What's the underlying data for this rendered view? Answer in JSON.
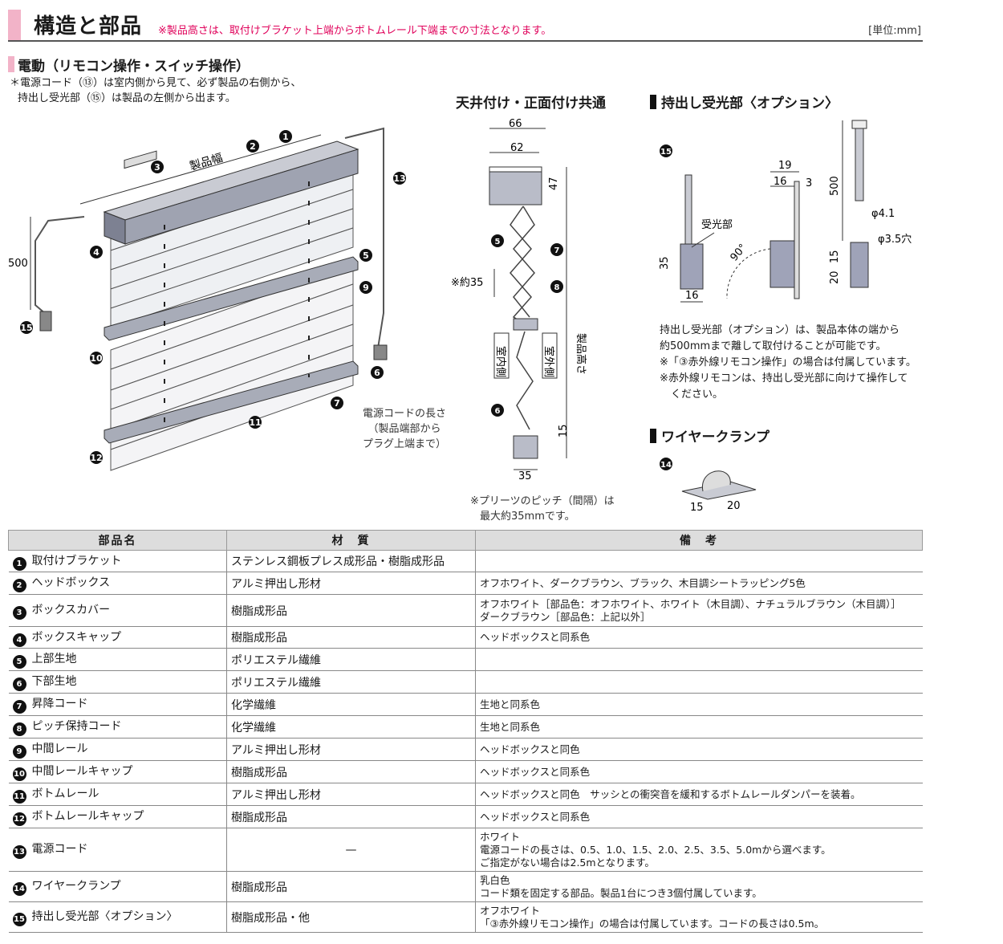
{
  "header": {
    "title": "構造と部品",
    "note": "※製品高さは、取付けブラケット上端からボトムレール下端までの寸法となります。",
    "unit": "[単位:mm]"
  },
  "section_electric": {
    "title": "電動（リモコン操作・スイッチ操作）",
    "note_line1": "＊電源コード（⑬）は室内側から見て、必ず製品の右側から、",
    "note_line2": "持出し受光部（⑮）は製品の左側から出ます。"
  },
  "main_diagram": {
    "width_label": "製品幅",
    "dim_500": "500",
    "cord_caption": [
      "電源コードの長さ",
      "（製品端部から",
      "プラグ上端まで）"
    ],
    "callouts": [
      "❶",
      "❷",
      "❸",
      "❹",
      "❺",
      "❻",
      "❼",
      "❽",
      "❾",
      "❿",
      "⓫",
      "⓬",
      "⓭",
      "⓮",
      "⓯"
    ]
  },
  "side_view": {
    "title": "天井付け・正面付け共通",
    "dim_66": "66",
    "dim_62": "62",
    "dim_47": "47",
    "dim_approx35": "※約35",
    "dim_15": "15",
    "dim_35": "35",
    "height_label": "製品高さ",
    "indoor": "室内側",
    "outdoor": "室外側",
    "pitch_note_1": "※プリーツのピッチ（間隔）は",
    "pitch_note_2": "最大約35mmです。"
  },
  "receiver": {
    "title": "持出し受光部〈オプション〉",
    "label": "受光部",
    "dim_35": "35",
    "dim_16": "16",
    "dim_19": "19",
    "dim_16b": "16",
    "dim_3": "3",
    "angle": "90°",
    "dim_500": "500",
    "dim_15": "15",
    "dim_20": "20",
    "phi41": "φ4.1",
    "phi35": "φ3.5穴",
    "desc1": "持出し受光部（オプション）は、製品本体の端から",
    "desc2": "約500mmまで離して取付けることが可能です。",
    "desc3": "※「③赤外線リモコン操作」の場合は付属しています。",
    "desc4": "※赤外線リモコンは、持出し受光部に向けて操作して",
    "desc5": "ください。"
  },
  "clamp": {
    "title": "ワイヤークランプ",
    "dim_15": "15",
    "dim_20": "20"
  },
  "table": {
    "headers": [
      "部品名",
      "材　質",
      "備　考"
    ],
    "rows": [
      {
        "num": "1",
        "name": "取付けブラケット",
        "material": "ステンレス鋼板プレス成形品・樹脂成形品",
        "remark1": "",
        "remark2": "",
        "remark3": ""
      },
      {
        "num": "2",
        "name": "ヘッドボックス",
        "material": "アルミ押出し形材",
        "remark1": "オフホワイト、ダークブラウン、ブラック、木目調シートラッピング5色",
        "remark2": "",
        "remark3": ""
      },
      {
        "num": "3",
        "name": "ボックスカバー",
        "material": "樹脂成形品",
        "remark1": "オフホワイト［部品色：オフホワイト、ホワイト（木目調）、ナチュラルブラウン（木目調）］",
        "remark2": "ダークブラウン［部品色：上記以外］",
        "remark3": ""
      },
      {
        "num": "4",
        "name": "ボックスキャップ",
        "material": "樹脂成形品",
        "remark1": "ヘッドボックスと同系色",
        "remark2": "",
        "remark3": ""
      },
      {
        "num": "5",
        "name": "上部生地",
        "material": "ポリエステル繊維",
        "remark1": "",
        "remark2": "",
        "remark3": ""
      },
      {
        "num": "6",
        "name": "下部生地",
        "material": "ポリエステル繊維",
        "remark1": "",
        "remark2": "",
        "remark3": ""
      },
      {
        "num": "7",
        "name": "昇降コード",
        "material": "化学繊維",
        "remark1": "生地と同系色",
        "remark2": "",
        "remark3": ""
      },
      {
        "num": "8",
        "name": "ピッチ保持コード",
        "material": "化学繊維",
        "remark1": "生地と同系色",
        "remark2": "",
        "remark3": ""
      },
      {
        "num": "9",
        "name": "中間レール",
        "material": "アルミ押出し形材",
        "remark1": "ヘッドボックスと同色",
        "remark2": "",
        "remark3": ""
      },
      {
        "num": "10",
        "name": "中間レールキャップ",
        "material": "樹脂成形品",
        "remark1": "ヘッドボックスと同系色",
        "remark2": "",
        "remark3": ""
      },
      {
        "num": "11",
        "name": "ボトムレール",
        "material": "アルミ押出し形材",
        "remark1": "ヘッドボックスと同色　サッシとの衝突音を緩和するボトムレールダンパーを装着。",
        "remark2": "",
        "remark3": ""
      },
      {
        "num": "12",
        "name": "ボトムレールキャップ",
        "material": "樹脂成形品",
        "remark1": "ヘッドボックスと同系色",
        "remark2": "",
        "remark3": ""
      },
      {
        "num": "13",
        "name": "電源コード",
        "material": "—",
        "remark1": "ホワイト",
        "remark2": "電源コードの長さは、0.5、1.0、1.5、2.0、2.5、3.5、5.0mから選べます。",
        "remark3": "ご指定がない場合は2.5mとなります。"
      },
      {
        "num": "14",
        "name": "ワイヤークランプ",
        "material": "樹脂成形品",
        "remark1": "乳白色",
        "remark2": "コード類を固定する部品。製品1台につき3個付属しています。",
        "remark3": ""
      },
      {
        "num": "15",
        "name": "持出し受光部〈オプション〉",
        "material": "樹脂成形品・他",
        "remark1": "オフホワイト",
        "remark2": "「③赤外線リモコン操作」の場合は付属しています。コードの長さは0.5m。",
        "remark3": ""
      }
    ]
  }
}
